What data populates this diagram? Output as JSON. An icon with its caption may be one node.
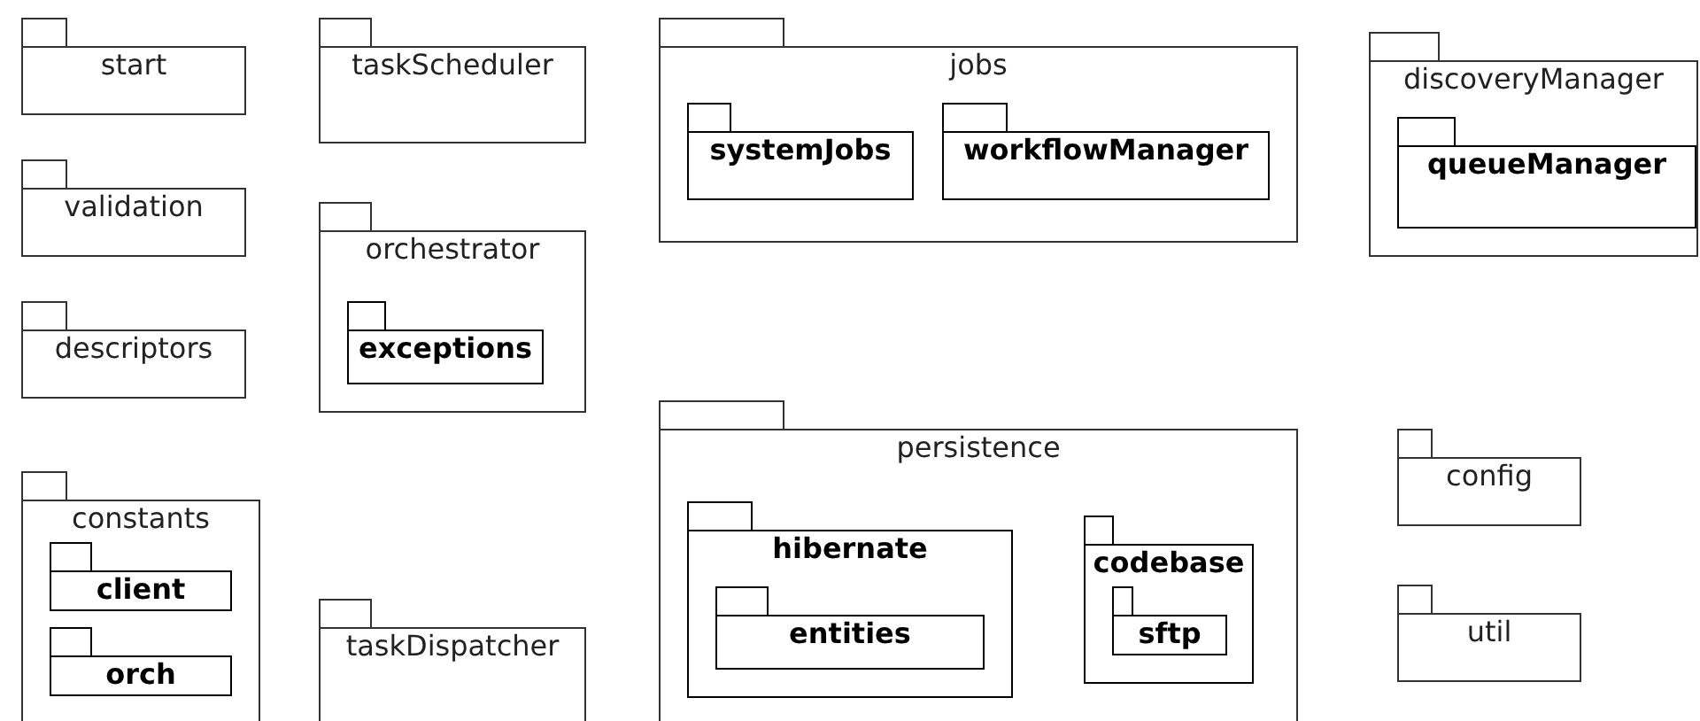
{
  "diagram": {
    "nodes": [
      {
        "text": [
          "start"
        ]
      },
      {
        "text": [
          "taskScheduler"
        ]
      },
      {
        "text": [
          "jobs"
        ]
      },
      {
        "text": [
          "systemJobs"
        ],
        "in": 2
      },
      {
        "text": [
          "workflowManager"
        ],
        "in": 2
      },
      {
        "text": [
          "discoveryManager"
        ]
      },
      {
        "text": [
          "queueManager"
        ],
        "in": 5
      },
      {
        "text": [
          "validation"
        ]
      },
      {
        "text": [
          "orchestrator"
        ]
      },
      {
        "text": [
          "exceptions"
        ],
        "in": 8
      },
      {
        "text": [
          "descriptors"
        ]
      },
      {
        "text": [
          "persistence"
        ]
      },
      {
        "text": [
          "hibernate"
        ],
        "in": 11
      },
      {
        "text": [
          "entities"
        ],
        "in": 12
      },
      {
        "text": [
          "codebase"
        ],
        "in": 11
      },
      {
        "text": [
          "sftp"
        ],
        "in": 14
      },
      {
        "text": [
          "config"
        ]
      },
      {
        "text": [
          "constants"
        ]
      },
      {
        "text": [
          "client"
        ],
        "in": 17
      },
      {
        "text": [
          "orch"
        ],
        "in": 17
      },
      {
        "text": [
          "taskDispatcher"
        ]
      },
      {
        "text": [
          "util"
        ]
      }
    ]
  }
}
